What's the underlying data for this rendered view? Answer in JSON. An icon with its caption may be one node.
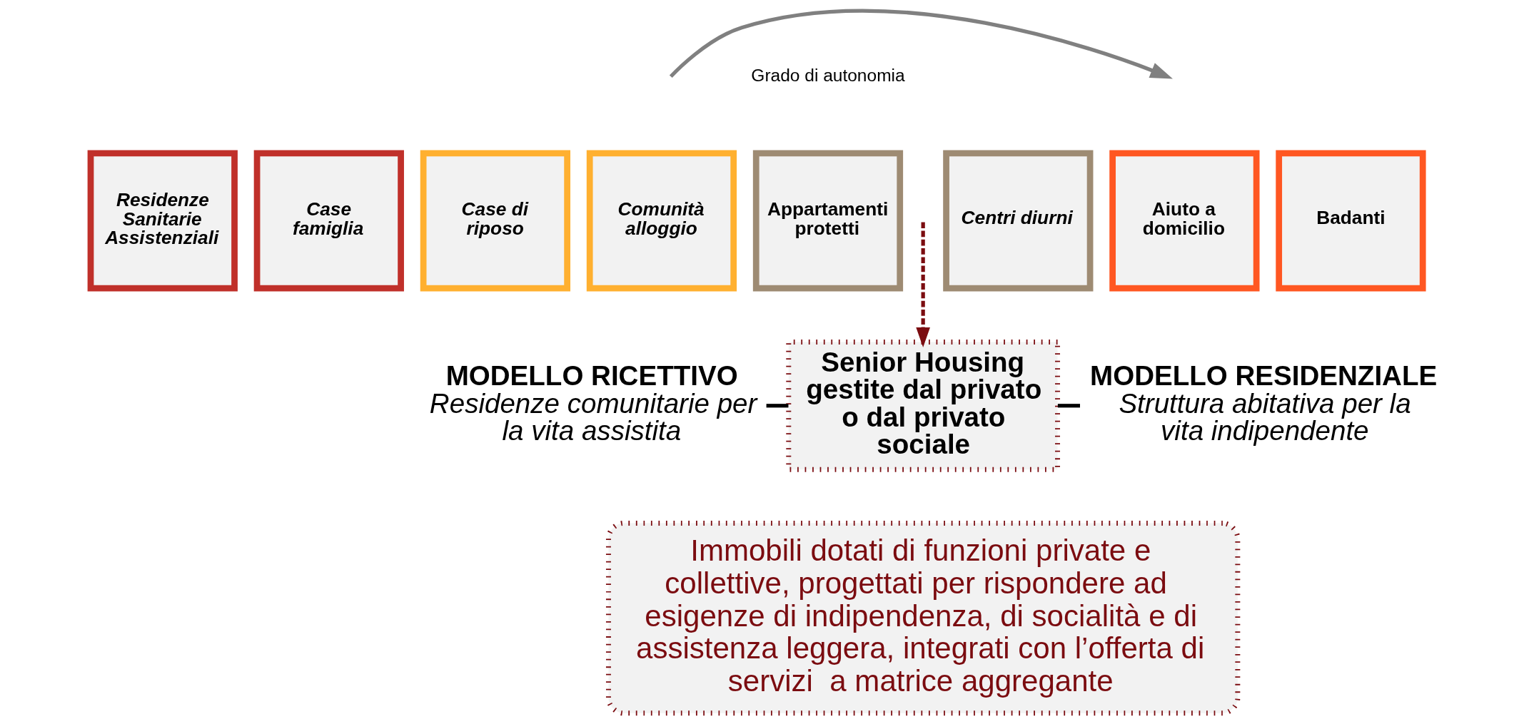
{
  "diagram": {
    "nodes": [
      {
        "text": [
          "Residenze Sanitarie Assistenziali"
        ]
      },
      {
        "text": [
          "Case famiglia"
        ]
      },
      {
        "text": [
          "Case di riposo"
        ]
      },
      {
        "text": [
          "Comunità alloggio"
        ]
      },
      {
        "text": [
          "Appartamenti protetti"
        ]
      },
      {
        "text": [
          "Centri diurni"
        ]
      },
      {
        "text": [
          "Aiuto a domicilio"
        ]
      },
      {
        "text": [
          "Badanti"
        ]
      },
      {
        "text": [
          "MODELLO RICETTIVO",
          "Residenze comunitarie per la vita assistita"
        ]
      },
      {
        "text": [
          "Senior Housing gestite dal privato o dal privato sociale"
        ]
      },
      {
        "text": [
          "MODELLO RESIDENZIALE",
          "Struttura abitativa per la vita indipendente"
        ]
      },
      {
        "text": [
          "Immobili dotati di funzioni private e collettive, progettati per rispondere ad  esigenze di indipendenza, di socialità e di assistenza leggera, integrati con l’offerta di servizi  a matrice aggregante"
        ]
      }
    ],
    "edges": [
      {
        "from": null,
        "to": 9,
        "arrow": "to",
        "style": "dashed",
        "color": "#7b0c10"
      },
      {
        "from": 8,
        "to": 9,
        "arrow": "none"
      },
      {
        "from": 9,
        "to": 10,
        "arrow": "none"
      }
    ],
    "labels": [
      "Grado di autonomia"
    ]
  }
}
